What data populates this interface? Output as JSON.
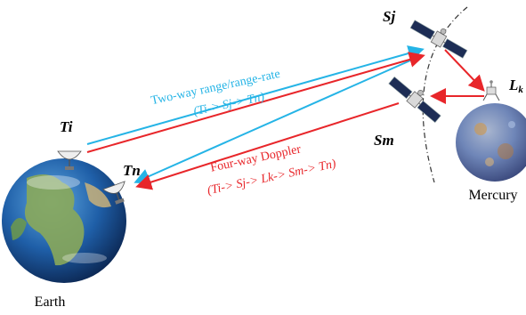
{
  "labels": {
    "ti": "Ti",
    "tn": "Tn",
    "sj": "Sj",
    "sm": "Sm",
    "lk_main": "L",
    "lk_sub": "k",
    "earth": "Earth",
    "mercury": "Mercury"
  },
  "two_way": {
    "title": "Two-way range/range-rate",
    "path": "(Ti-> Sj-> Tn)"
  },
  "four_way": {
    "title": "Four-way Doppler",
    "path": "(Ti-> Sj-> Lk-> Sm-> Tn)"
  },
  "colors": {
    "two_way_link": "#25b4e6",
    "four_way_link": "#e8262a",
    "earth_ocean": "#1f5fa8",
    "earth_land": "#7aa04a",
    "mercury_surface": "#5d7fb8",
    "orbit": "#333333"
  },
  "icons": {
    "satellite": "satellite-icon",
    "ground_station": "ground-antenna-icon",
    "lander": "lander-icon"
  }
}
